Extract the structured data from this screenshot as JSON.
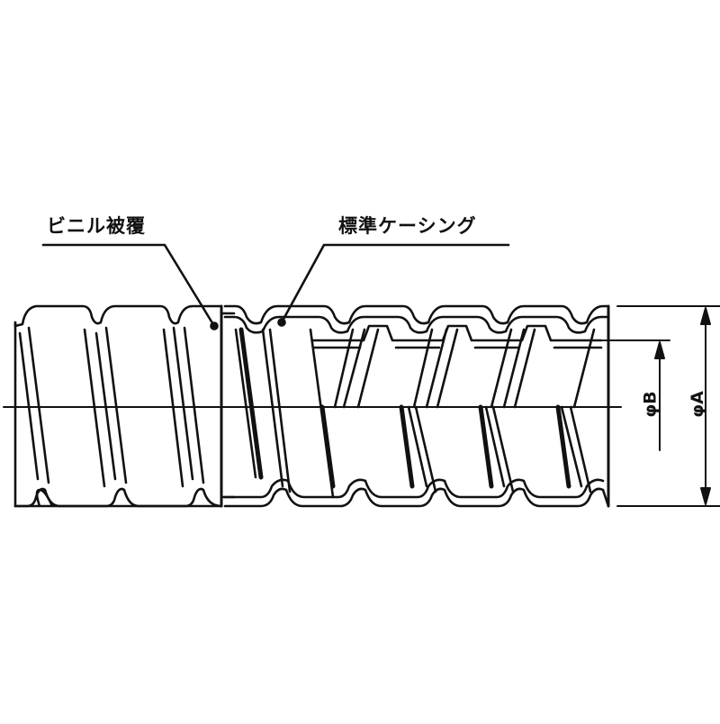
{
  "diagram": {
    "subject": "Flexible metal conduit (vinyl-coated) cross-section drawing",
    "labels": {
      "vinyl_coating": "ビニル被覆",
      "standard_casing": "標準ケーシング"
    },
    "dimensions": {
      "inner_diameter": "φB",
      "outer_diameter": "φA"
    },
    "colors": {
      "line": "#111111",
      "background": "#ffffff"
    }
  }
}
